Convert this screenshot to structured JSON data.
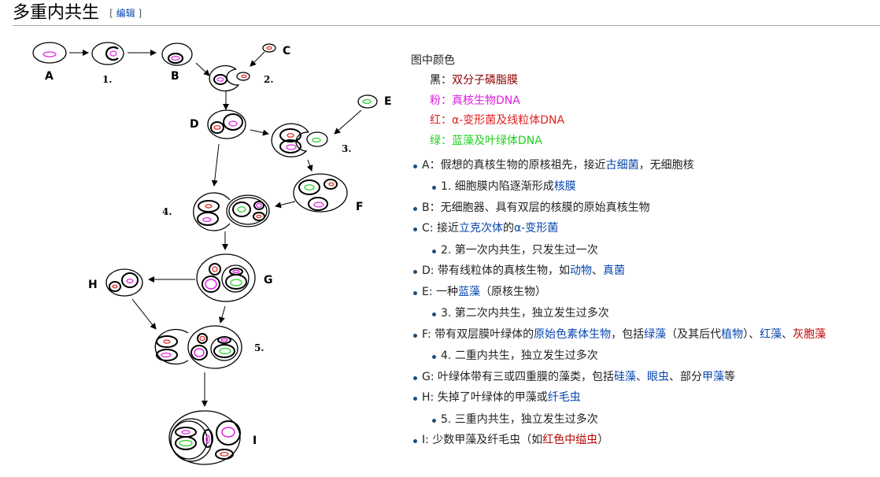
{
  "heading": {
    "title": "多重内共生",
    "edit_open": "[",
    "edit_label": "编辑",
    "edit_close": "]"
  },
  "diagram": {
    "labels": {
      "A": "A",
      "B": "B",
      "C": "C",
      "D": "D",
      "E": "E",
      "F": "F",
      "G": "G",
      "H": "H",
      "I": "I",
      "s1": "1.",
      "s2": "2.",
      "s3": "3.",
      "s4": "4.",
      "s5": "5."
    },
    "colors": {
      "membrane": "#000000",
      "eukaryote_dna": "#e020e0",
      "alpha_dna": "#e02020",
      "cyano_dna": "#20d020"
    }
  },
  "legend": {
    "title": "图中颜色",
    "items": [
      {
        "key": "黑",
        "sep": "：",
        "text": "双分子磷脂膜",
        "key_color": "#000000",
        "text_color": "#8b0000"
      },
      {
        "key": "粉",
        "sep": "：",
        "text": "真核生物DNA",
        "key_color": "#e020e0",
        "text_color": "#e020e0"
      },
      {
        "key": "红",
        "sep": "：",
        "text": "α-变形菌及线粒体DNA",
        "key_color": "#e02020",
        "text_color": "#e02020"
      },
      {
        "key": "绿",
        "sep": "：",
        "text": "蓝藻及叶绿体DNA",
        "key_color": "#20d020",
        "text_color": "#20d020"
      }
    ]
  },
  "list": {
    "A": {
      "pre": "A：假想的真核生物的原核祖先，接近",
      "link": "古细菌",
      "post": "，无细胞核"
    },
    "n1": {
      "pre": "1. 细胞膜内陷逐渐形成",
      "link": "核膜"
    },
    "B": {
      "text": "B：无细胞器、具有双层的核膜的原始真核生物"
    },
    "C": {
      "pre": "C: 接近",
      "link1": "立克次体",
      "mid": "的",
      "link2": "α-变形菌"
    },
    "n2": {
      "text": "2. 第一次内共生，只发生过一次"
    },
    "D": {
      "pre": "D: 带有线粒体的真核生物，如",
      "link1": "动物",
      "mid": "、",
      "link2": "真菌"
    },
    "E": {
      "pre": "E: 一种",
      "link": "蓝藻",
      "post": "（原核生物）"
    },
    "n3": {
      "text": "3. 第二次内共生，独立发生过多次"
    },
    "F": {
      "pre": "F: 带有双层膜叶绿体的",
      "link1": "原始色素体生物",
      "mid1": "，包括",
      "link2": "绿藻",
      "mid2": "（及其后代",
      "link3": "植物",
      "mid3": "）、",
      "link4": "红藻",
      "mid4": "、",
      "link5": "灰胞藻"
    },
    "n4": {
      "text": "4. 二重内共生，独立发生过多次"
    },
    "G": {
      "pre": "G: 叶绿体带有三或四重膜的藻类，包括",
      "link1": "硅藻",
      "mid1": "、",
      "link2": "眼虫",
      "mid2": "、部分",
      "link3": "甲藻",
      "post": "等"
    },
    "H": {
      "pre": "H: 失掉了叶绿体的甲藻或",
      "link": "纤毛虫"
    },
    "n5": {
      "text": "5. 三重内共生，独立发生过多次"
    },
    "I": {
      "pre": "I: 少数甲藻及纤毛虫（如",
      "link": "红色中缢虫",
      "post": "）"
    }
  }
}
